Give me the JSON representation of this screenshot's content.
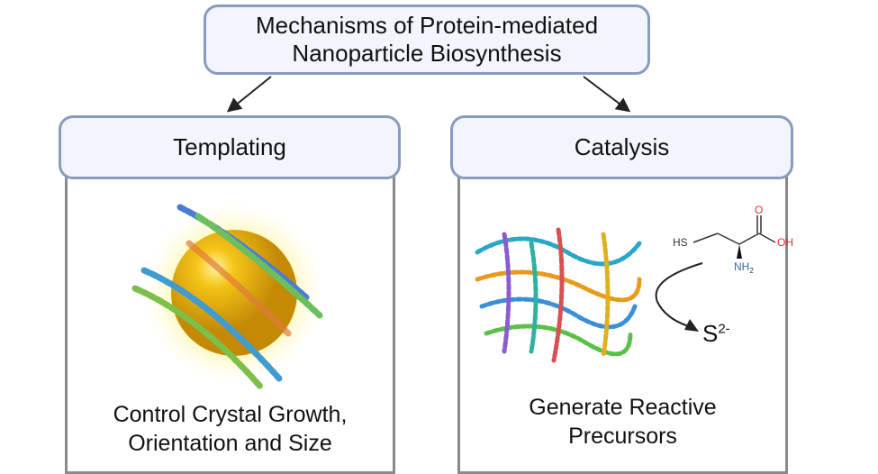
{
  "title": {
    "line1": "Mechanisms of Protein-mediated",
    "line2": "Nanoparticle Biosynthesis"
  },
  "branches": [
    {
      "header": "Templating",
      "caption_line1": "Control Crystal Growth,",
      "caption_line2": "Orientation and Size"
    },
    {
      "header": "Catalysis",
      "caption_line1": "Generate Reactive",
      "caption_line2": "Precursors"
    }
  ],
  "molecule": {
    "hs": "HS",
    "o": "O",
    "oh": "OH",
    "nh2": "NH",
    "nh2_sub": "2"
  },
  "product": {
    "symbol": "S",
    "charge": "2-"
  },
  "colors": {
    "box_fill": "#f2f5fb",
    "box_border": "#8a9bc0",
    "panel_border": "#8a8a8a",
    "gold": "#e8b00c"
  }
}
